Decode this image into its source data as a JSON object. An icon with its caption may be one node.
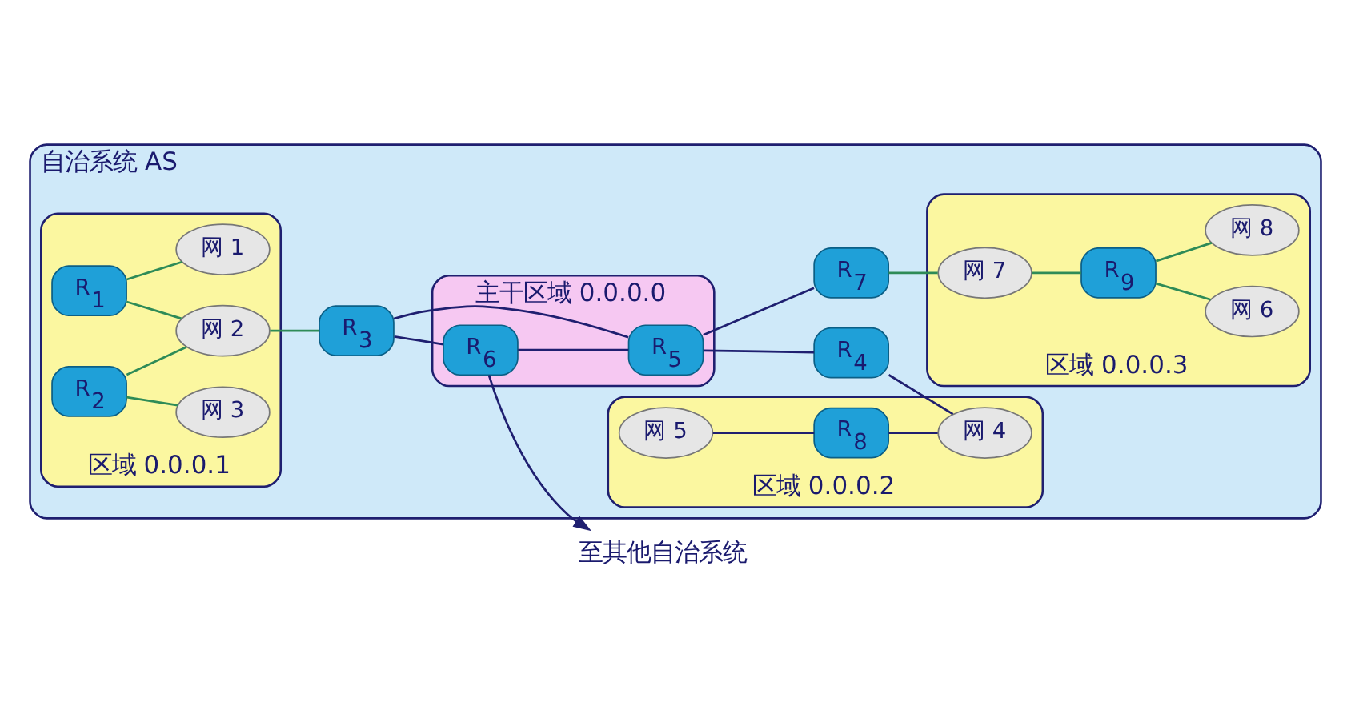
{
  "diagram": {
    "nodes": [
      {
        "text": [
          "至其他自治系统"
        ]
      },
      {
        "text": [
          "自治系统 AS"
        ]
      },
      {
        "text": [
          "区域 0.0.0.1"
        ],
        "in": 1
      },
      {
        "text": [
          "R$_{1}$"
        ],
        "in": 2
      },
      {
        "text": [
          "网 1"
        ],
        "in": 2
      },
      {
        "text": [
          "网 2"
        ],
        "in": 2
      },
      {
        "text": [
          "R$_{2}$"
        ],
        "in": 2
      },
      {
        "text": [
          "网 3"
        ],
        "in": 2
      },
      {
        "text": [
          "R$_{3}$"
        ],
        "in": 1
      },
      {
        "text": [
          "主干区域 0.0.0.0"
        ],
        "in": 1
      },
      {
        "text": [
          "R$_{6}$"
        ],
        "in": 9
      },
      {
        "text": [
          "R$_{5}$"
        ],
        "in": 9
      },
      {
        "text": [
          "R$_{4}$"
        ],
        "in": 1
      },
      {
        "text": [
          "R$_{7}$"
        ],
        "in": 1
      },
      {
        "text": [
          "区域 0.0.0.2"
        ],
        "in": 1
      },
      {
        "text": [
          "网 5"
        ],
        "in": 14
      },
      {
        "text": [
          "R$_{8}$"
        ],
        "in": 14
      },
      {
        "text": [
          "网 4"
        ],
        "in": 14
      },
      {
        "text": [
          "区域 0.0.0.3"
        ],
        "in": 1
      },
      {
        "text": [
          "网 6"
        ],
        "in": 18
      },
      {
        "text": [
          "R$_{9}$"
        ],
        "in": 18
      },
      {
        "text": [
          "网 7"
        ],
        "in": 18
      },
      {
        "text": [
          "网 8"
        ],
        "in": 18
      }
    ],
    "edges": [
      {
        "from": 3,
        "to": 4,
        "arrow": "none",
        "color": "#2e8b57"
      },
      {
        "from": 3,
        "to": 5,
        "arrow": "none",
        "color": "#2e8b57"
      },
      {
        "from": 6,
        "to": 5,
        "arrow": "none",
        "color": "#2e8b57"
      },
      {
        "from": 6,
        "to": 7,
        "arrow": "none",
        "color": "#2e8b57"
      },
      {
        "from": 5,
        "to": 8,
        "arrow": "none",
        "color": "#2e8b57"
      },
      {
        "from": 8,
        "to": 10,
        "arrow": "none",
        "color": "#1f1f70"
      },
      {
        "from": 8,
        "to": 11,
        "arrow": "none",
        "color": "#1f1f70"
      },
      {
        "from": 10,
        "to": 11,
        "arrow": "none",
        "color": "#1f1f70"
      },
      {
        "from": 11,
        "to": 12,
        "arrow": "none",
        "color": "#1f1f70"
      },
      {
        "from": 11,
        "to": 13,
        "arrow": "none",
        "color": "#1f1f70"
      },
      {
        "from": 10,
        "to": 0,
        "arrow": "to",
        "color": "#1f1f70"
      },
      {
        "from": 12,
        "to": 17,
        "arrow": "none",
        "color": "#1f1f70"
      },
      {
        "from": 15,
        "to": 16,
        "arrow": "none",
        "color": "#1f1f70"
      },
      {
        "from": 16,
        "to": 17,
        "arrow": "none",
        "color": "#1f1f70"
      },
      {
        "from": 13,
        "to": 21,
        "arrow": "none",
        "color": "#2e8b57"
      },
      {
        "from": 21,
        "to": 20,
        "arrow": "none",
        "color": "#2e8b57"
      },
      {
        "from": 20,
        "to": 19,
        "arrow": "none",
        "color": "#2e8b57"
      },
      {
        "from": 20,
        "to": 22,
        "arrow": "none",
        "color": "#2e8b57"
      }
    ]
  }
}
